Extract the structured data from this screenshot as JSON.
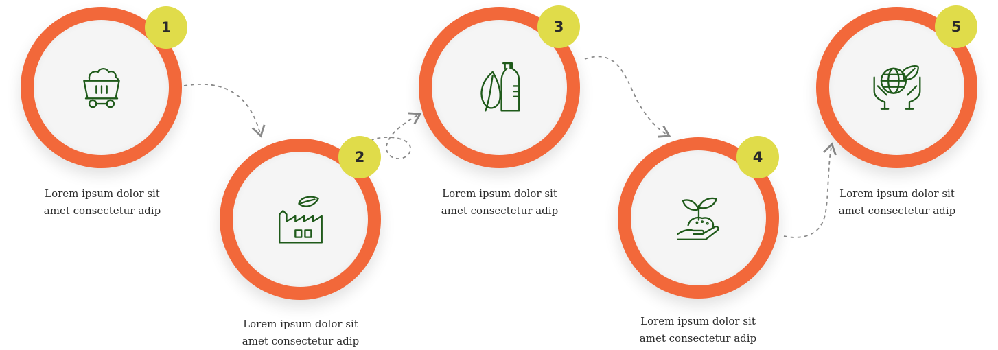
{
  "colors": {
    "ring": "#f2683a",
    "badge": "#e0dc4a",
    "icon": "#1f5a1a",
    "connector": "#8a8a8a"
  },
  "steps": [
    {
      "number": "1",
      "icon": "mining-cart-icon",
      "caption_line1": "Lorem ipsum dolor sit",
      "caption_line2": "amet consectetur adip"
    },
    {
      "number": "2",
      "icon": "eco-factory-icon",
      "caption_line1": "Lorem ipsum dolor sit",
      "caption_line2": "amet consectetur adip"
    },
    {
      "number": "3",
      "icon": "leaf-bottle-icon",
      "caption_line1": "Lorem ipsum dolor sit",
      "caption_line2": "amet consectetur adip"
    },
    {
      "number": "4",
      "icon": "hand-plant-icon",
      "caption_line1": "Lorem ipsum dolor sit",
      "caption_line2": "amet consectetur adip"
    },
    {
      "number": "5",
      "icon": "globe-hands-icon",
      "caption_line1": "Lorem ipsum dolor sit",
      "caption_line2": "amet consectetur adip"
    }
  ]
}
